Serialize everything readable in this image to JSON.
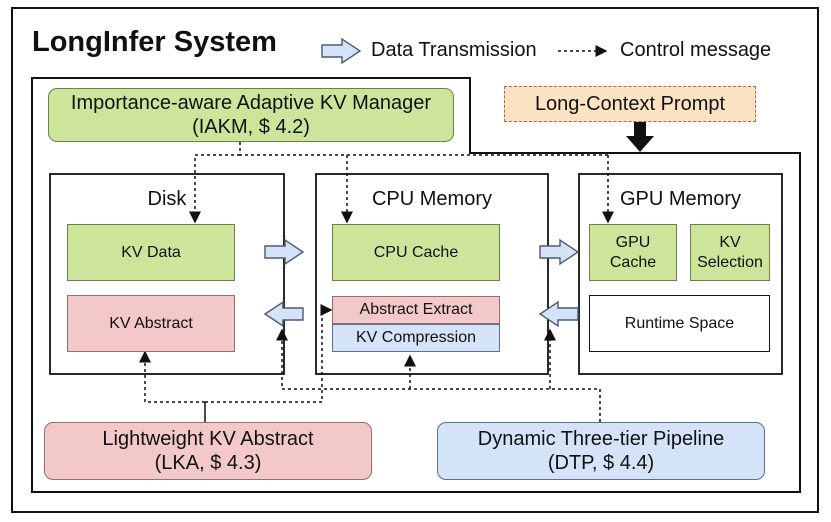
{
  "title": "LongInfer System",
  "legend": {
    "data_transmission": "Data Transmission",
    "control_message": "Control message"
  },
  "iakm": {
    "line1": "Importance-aware Adaptive KV Manager",
    "line2": "(IAKM, $ 4.2)"
  },
  "prompt": "Long-Context Prompt",
  "disk": {
    "title": "Disk",
    "kv_data": "KV Data",
    "kv_abstract": "KV Abstract"
  },
  "cpu": {
    "title": "CPU Memory",
    "cache": "CPU Cache",
    "abstract_extract": "Abstract Extract",
    "kv_compression": "KV Compression"
  },
  "gpu": {
    "title": "GPU Memory",
    "cache_line1": "GPU",
    "cache_line2": "Cache",
    "sel_line1": "KV",
    "sel_line2": "Selection",
    "runtime": "Runtime Space"
  },
  "lka": {
    "line1": "Lightweight KV Abstract",
    "line2": "(LKA, $ 4.3)"
  },
  "dtp": {
    "line1": "Dynamic Three-tier Pipeline",
    "line2": "(DTP, $ 4.4)"
  },
  "colors": {
    "green": "#cde59b",
    "red": "#f3c8c8",
    "blue": "#d4e3f7",
    "orange": "#fbe2c2",
    "arrow_fill": "#d4e3f7",
    "arrow_stroke": "#4d5a70"
  }
}
